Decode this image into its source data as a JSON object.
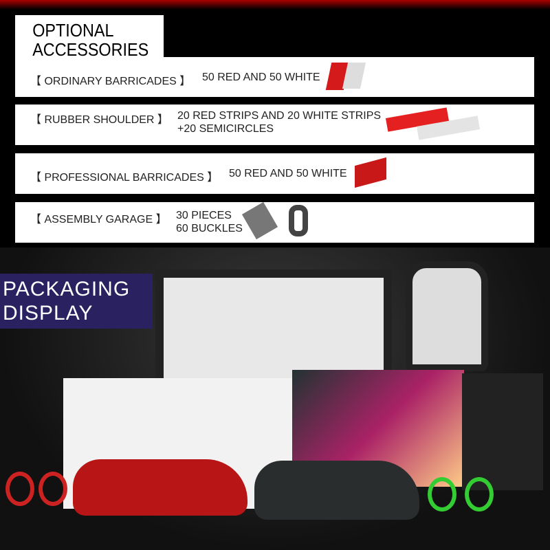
{
  "title": {
    "line1": "OPTIONAL",
    "line2": "ACCESSORIES"
  },
  "accessories": [
    {
      "name": "【 ORDINARY BARRICADES 】",
      "desc1": "50 RED AND 50 WHITE",
      "desc2": ""
    },
    {
      "name": "【 RUBBER SHOULDER 】",
      "desc1": "20 RED STRIPS AND 20 WHITE STRIPS",
      "desc2": "+20 SEMICIRCLES"
    },
    {
      "name": "【 PROFESSIONAL BARRICADES 】",
      "desc1": "50 RED AND 50 WHITE",
      "desc2": ""
    },
    {
      "name": "【 ASSEMBLY GARAGE 】",
      "desc1": "30 PIECES",
      "desc2": "60 BUCKLES"
    }
  ],
  "packaging": {
    "line1": "PACKAGING",
    "line2": "DISPLAY"
  },
  "colors": {
    "accent": "#d41a1a",
    "banner": "#2a2160"
  }
}
